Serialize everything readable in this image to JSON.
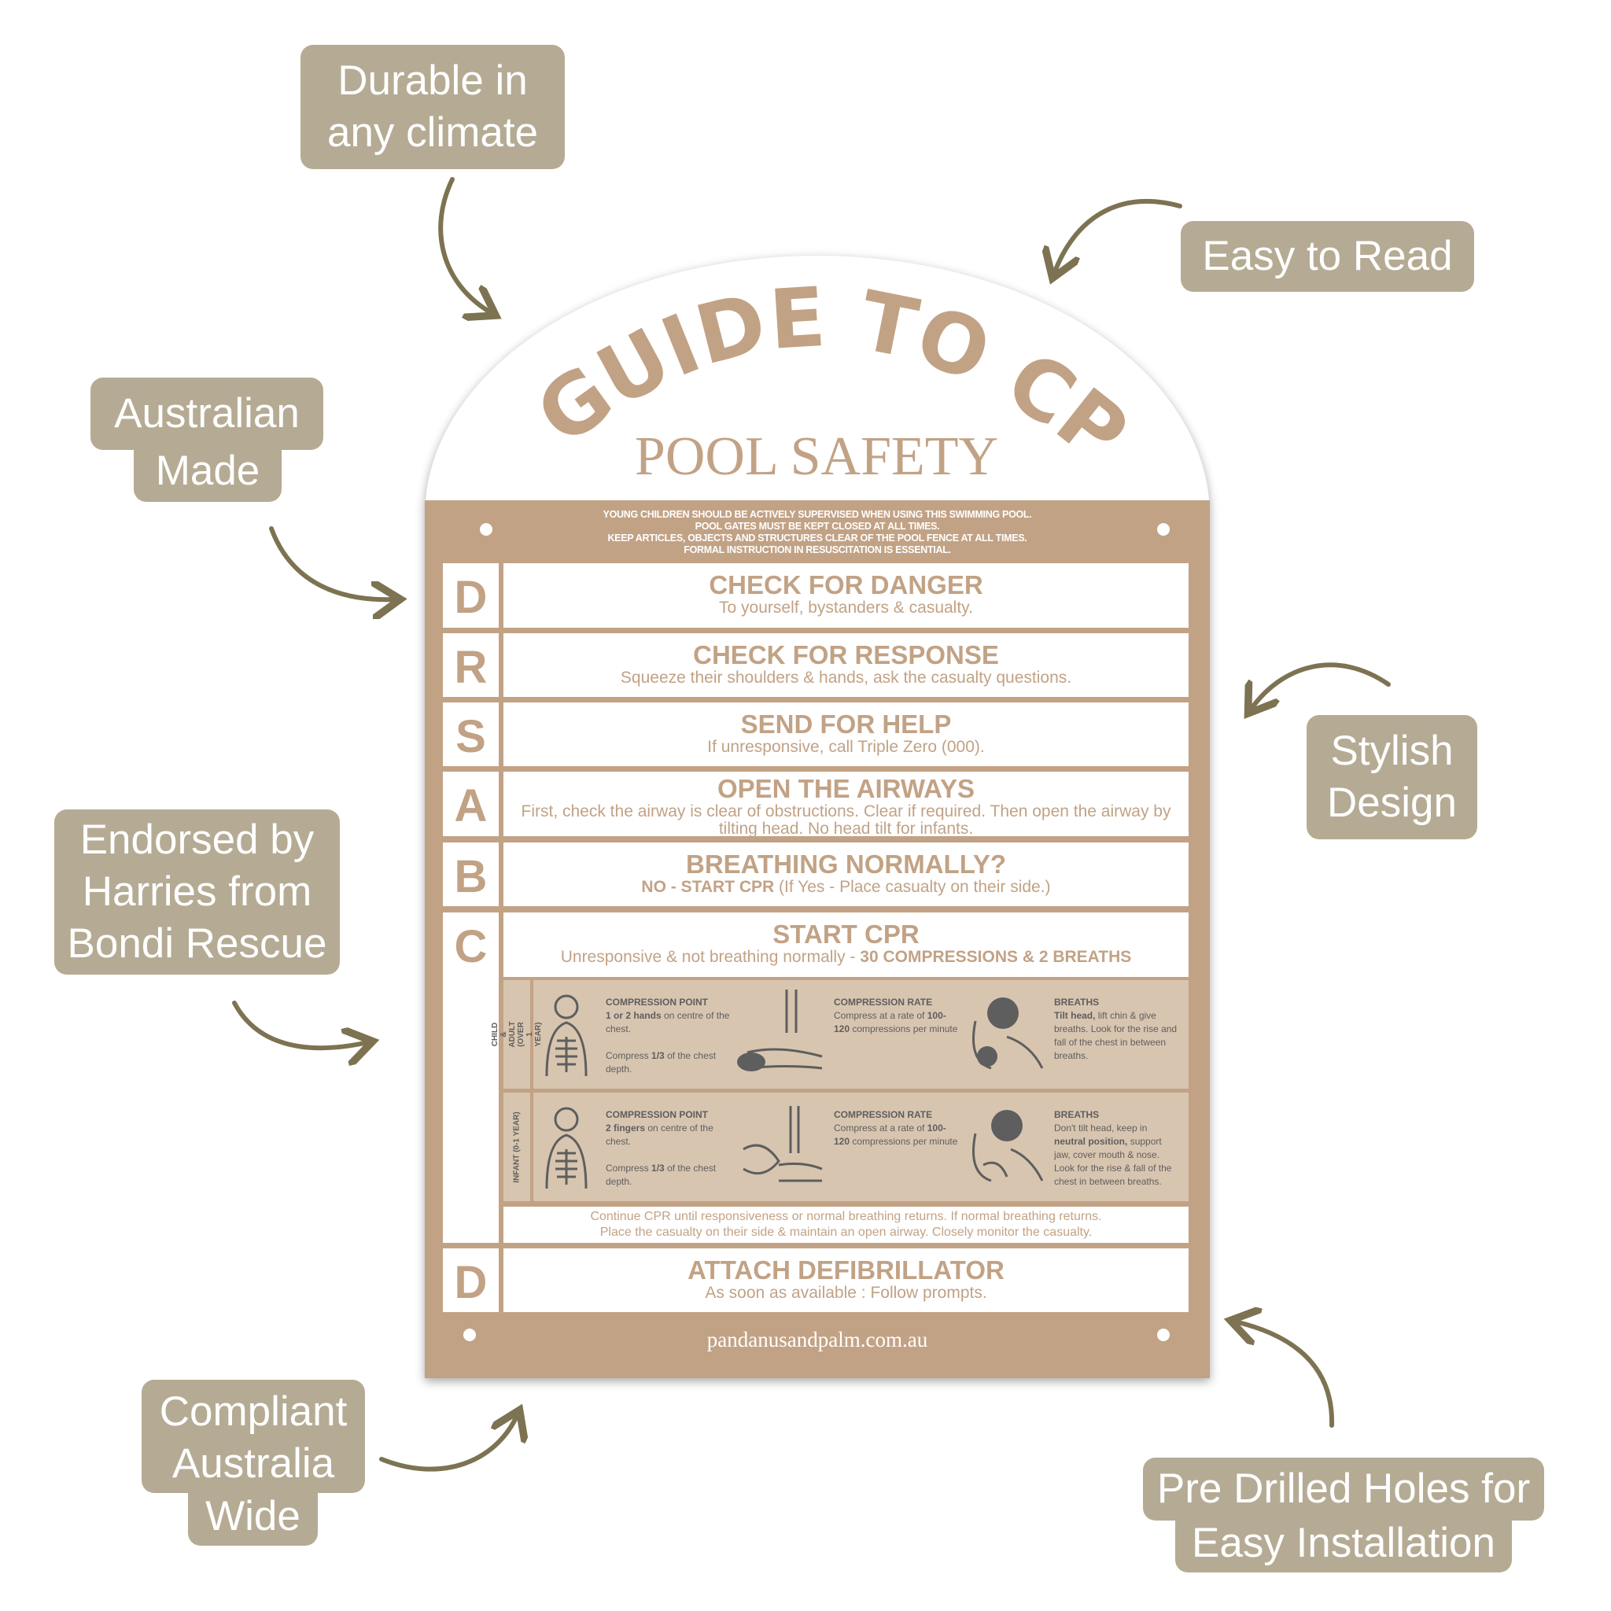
{
  "callouts": {
    "durable": [
      "Durable in",
      "any climate"
    ],
    "easy_read": "Easy to Read",
    "australian": [
      "Australian",
      "Made"
    ],
    "stylish": [
      "Stylish",
      "Design"
    ],
    "endorsed": [
      "Endorsed by",
      "Harries from",
      "Bondi Rescue"
    ],
    "compliant": [
      "Compliant",
      "Australia",
      "Wide"
    ],
    "predrilled": [
      "Pre Drilled Holes for",
      "Easy Installation"
    ]
  },
  "sign": {
    "title": "A GUIDE TO CPR",
    "subtitle": "POOL SAFETY",
    "notice": [
      "YOUNG CHILDREN SHOULD BE ACTIVELY SUPERVISED WHEN USING THIS SWIMMING POOL.",
      "POOL GATES MUST BE KEPT CLOSED AT ALL TIMES.",
      "KEEP ARTICLES, OBJECTS AND STRUCTURES CLEAR OF THE POOL FENCE AT ALL TIMES.",
      "FORMAL INSTRUCTION IN RESUSCITATION IS ESSENTIAL."
    ],
    "steps": [
      {
        "letter": "D",
        "title": "CHECK FOR DANGER",
        "text": "To yourself, bystanders & casualty."
      },
      {
        "letter": "R",
        "title": "CHECK FOR RESPONSE",
        "text": "Squeeze their shoulders & hands, ask the casualty questions."
      },
      {
        "letter": "S",
        "title": "SEND FOR HELP",
        "text": "If unresponsive, call Triple Zero (000)."
      },
      {
        "letter": "A",
        "title": "OPEN THE AIRWAYS",
        "text": "First, check the airway is clear of obstructions. Clear if required. Then open the airway by tilting head. No head tilt for infants."
      },
      {
        "letter": "B",
        "title": "BREATHING NORMALLY?",
        "bold": "NO - START CPR",
        "text": "(If Yes - Place casualty on their side.)"
      },
      {
        "letter": "C",
        "title": "START CPR",
        "text": "Unresponsive & not breathing normally -",
        "bold": "30 COMPRESSIONS & 2 BREATHS"
      },
      {
        "letter": "D",
        "title": "ATTACH DEFIBRILLATOR",
        "text": "As soon as available : Follow prompts."
      }
    ],
    "child": {
      "label": "CHILD & ADULT (OVER 1 YEAR)",
      "point_title": "COMPRESSION POINT",
      "point_bold": "1 or 2 hands",
      "point_text": "on centre of the chest.",
      "depth_pre": "Compress",
      "depth_bold": "1/3",
      "depth_post": "of the chest depth.",
      "rate_title": "COMPRESSION RATE",
      "rate_pre": "Compress at a rate of",
      "rate_bold": "100-120",
      "rate_post": "compressions per minute",
      "breaths_title": "BREATHS",
      "breaths_bold": "Tilt head,",
      "breaths_text": "lift chin & give breaths. Look for the rise and fall of the chest in between breaths."
    },
    "infant": {
      "label": "INFANT (0-1 YEAR)",
      "point_title": "COMPRESSION POINT",
      "point_bold": "2 fingers",
      "point_text": "on centre of the chest.",
      "depth_pre": "Compress",
      "depth_bold": "1/3",
      "depth_post": "of the chest depth.",
      "rate_title": "COMPRESSION RATE",
      "rate_pre": "Compress at a rate of",
      "rate_bold": "100-120",
      "rate_post": "compressions per minute",
      "breaths_title": "BREATHS",
      "breaths_pre": "Don't tilt head, keep in",
      "breaths_bold": "neutral position,",
      "breaths_text": "support jaw, cover mouth & nose. Look for the rise & fall of the chest in between breaths."
    },
    "continue": [
      "Continue CPR until responsiveness or normal breathing returns. If normal breathing returns.",
      "Place the casualty on their side & maintain an open airway. Closely monitor the casualty."
    ],
    "url": "pandanusandpalm.com.au"
  },
  "colors": {
    "tan": "#c2a285",
    "callout": "#b5ab94",
    "arrow": "#7d7352",
    "icon": "#5e5e5e"
  }
}
